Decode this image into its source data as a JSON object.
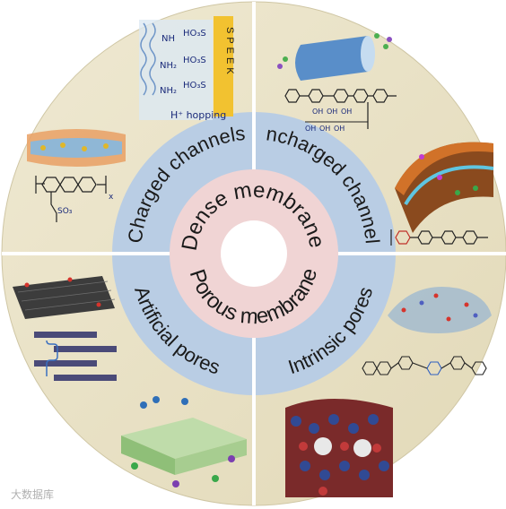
{
  "core": {
    "top_label": "Dense membrane",
    "bottom_label": "Porous membrane"
  },
  "quadrants": [
    {
      "id": "charged",
      "label": "Charged channels"
    },
    {
      "id": "uncharged",
      "label": "Uncharged channels"
    },
    {
      "id": "artificial",
      "label": "Artificial pores"
    },
    {
      "id": "intrinsic",
      "label": "Intrinsic pores"
    }
  ],
  "annotations": {
    "speek": "SPEEK",
    "proton_hopping": "H⁺ hopping",
    "nh": "NH",
    "nh2": "NH₂",
    "ho3s": "HO₃S",
    "so3": "SO₃",
    "x": "x",
    "oh": "OH"
  },
  "watermark": "大数据库",
  "colors": {
    "outer_ring": "#ebe4c8",
    "outer_edge": "#cfc6a4",
    "middle_ring": "#b9cde4",
    "inner_ring": "#f0d4d4",
    "center_hole": "#ffffff",
    "divider": "#ffffff",
    "speek_bar": "#f2c230"
  }
}
